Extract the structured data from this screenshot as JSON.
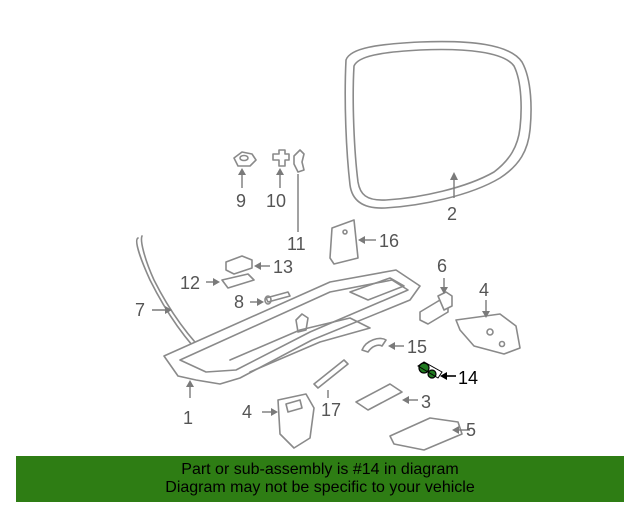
{
  "diagram": {
    "callouts": [
      {
        "id": "1",
        "text": "1"
      },
      {
        "id": "2",
        "text": "2"
      },
      {
        "id": "3",
        "text": "3"
      },
      {
        "id": "4a",
        "text": "4"
      },
      {
        "id": "4b",
        "text": "4"
      },
      {
        "id": "5",
        "text": "5"
      },
      {
        "id": "6",
        "text": "6"
      },
      {
        "id": "7",
        "text": "7"
      },
      {
        "id": "8",
        "text": "8"
      },
      {
        "id": "9",
        "text": "9"
      },
      {
        "id": "10",
        "text": "10"
      },
      {
        "id": "11",
        "text": "11"
      },
      {
        "id": "12",
        "text": "12"
      },
      {
        "id": "13",
        "text": "13"
      },
      {
        "id": "14",
        "text": "14"
      },
      {
        "id": "15",
        "text": "15"
      },
      {
        "id": "16",
        "text": "16"
      },
      {
        "id": "17",
        "text": "17"
      }
    ],
    "highlighted_part": "14",
    "highlight_color": "#1f7a1f"
  },
  "banner": {
    "line1": "Part or sub-assembly is #14 in diagram",
    "line2": "Diagram may not be specific to your vehicle",
    "background": "#2e7d14"
  }
}
